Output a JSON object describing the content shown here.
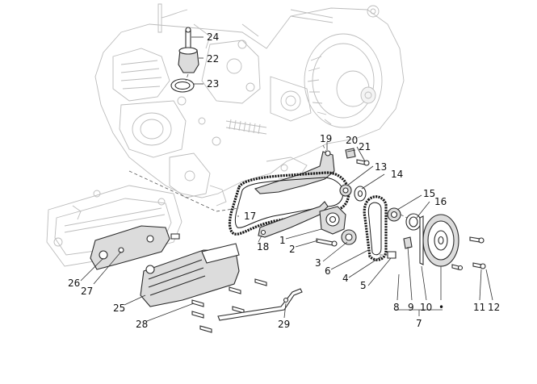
{
  "diagram": {
    "callouts": [
      {
        "id": "c1",
        "text": "1"
      },
      {
        "id": "c2",
        "text": "2"
      },
      {
        "id": "c3",
        "text": "3"
      },
      {
        "id": "c4",
        "text": "4"
      },
      {
        "id": "c5",
        "text": "5"
      },
      {
        "id": "c6",
        "text": "6"
      },
      {
        "id": "c7",
        "text": "7"
      },
      {
        "id": "c8",
        "text": "8"
      },
      {
        "id": "c9",
        "text": "9"
      },
      {
        "id": "c10",
        "text": "10"
      },
      {
        "id": "c11",
        "text": "11"
      },
      {
        "id": "c12",
        "text": "12"
      },
      {
        "id": "c13",
        "text": "13"
      },
      {
        "id": "c14",
        "text": "14"
      },
      {
        "id": "c15",
        "text": "15"
      },
      {
        "id": "c16",
        "text": "16"
      },
      {
        "id": "c17",
        "text": "17"
      },
      {
        "id": "c18",
        "text": "18"
      },
      {
        "id": "c19",
        "text": "19"
      },
      {
        "id": "c20",
        "text": "20"
      },
      {
        "id": "c21",
        "text": "21"
      },
      {
        "id": "c22",
        "text": "22"
      },
      {
        "id": "c23",
        "text": "23"
      },
      {
        "id": "c24",
        "text": "24"
      },
      {
        "id": "c25",
        "text": "25"
      },
      {
        "id": "c26",
        "text": "26"
      },
      {
        "id": "c27",
        "text": "27"
      },
      {
        "id": "c28",
        "text": "28"
      },
      {
        "id": "c29",
        "text": "29"
      }
    ],
    "kit_marker": "•"
  }
}
